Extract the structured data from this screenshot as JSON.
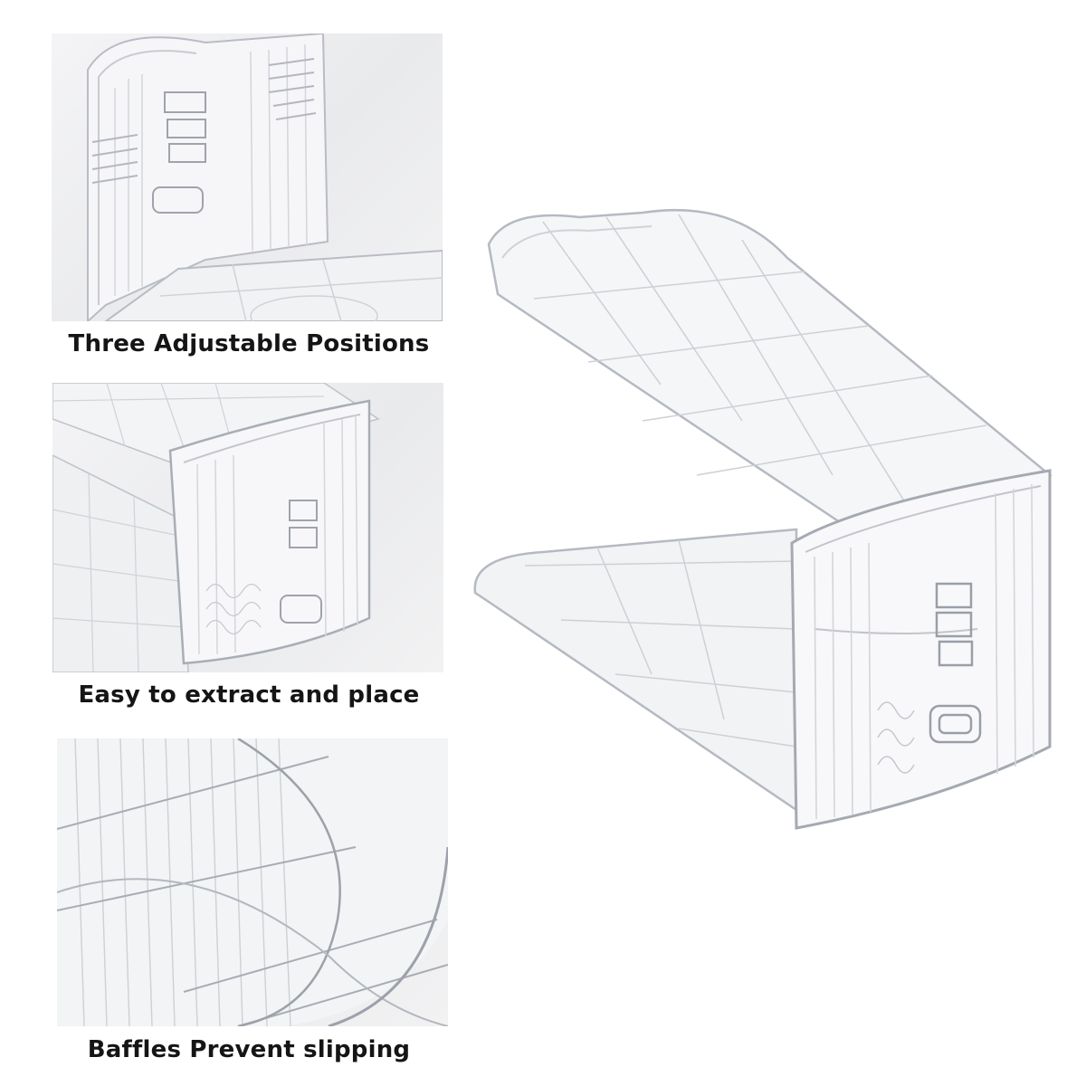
{
  "captions": {
    "positions": "Three Adjustable Positions",
    "extract": "Easy to extract and place",
    "baffles": "Baffles Prevent slipping"
  },
  "colors": {
    "background": "#ffffff",
    "panel": "#ececee",
    "plastic_edge": "#b9bcc4",
    "plastic_line": "#cfd2d8",
    "caption_text": "#151515"
  }
}
